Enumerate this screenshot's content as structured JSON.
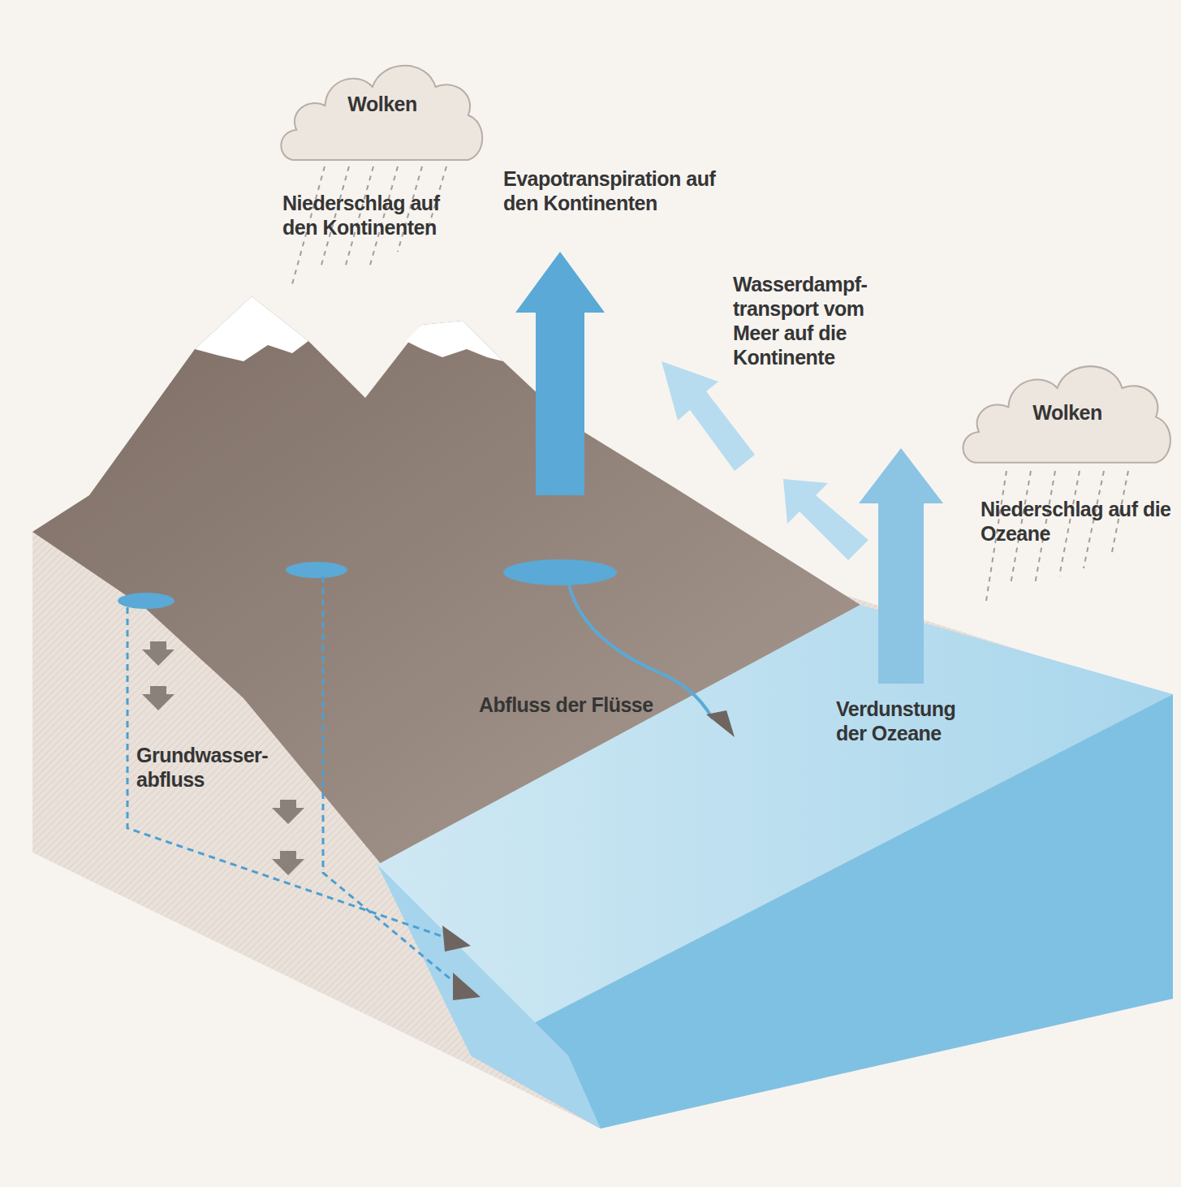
{
  "diagram": {
    "nodes": [
      {
        "text": [
          "Wolken"
        ]
      },
      {
        "text": [
          "Wolken"
        ]
      }
    ],
    "labels": [
      "Niederschlag auf den Kontinenten",
      "Evapotranspiration auf den Kontinenten",
      "Wasserdampf- transport vom Meer auf die Kontinente",
      "Niederschlag auf die Ozeane",
      "Abfluss der Flüsse",
      "Verdunstung der Ozeane",
      "Grundwasser- abfluss"
    ]
  }
}
